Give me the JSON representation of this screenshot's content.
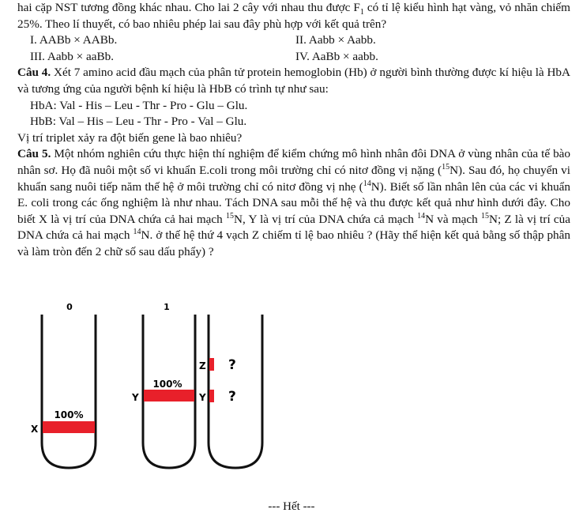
{
  "intro": {
    "line": "hai cặp NST tương đồng khác nhau. Cho lai 2 cây với nhau thu được F",
    "f_sub": "1",
    "rest": " có tỉ lệ kiểu hình hạt vàng, vỏ nhăn chiếm 25%. Theo lí thuyết, có bao nhiêu phép lai sau đây phù hợp với kết quả trên?"
  },
  "options": [
    "I. AABb × AABb.",
    "II. Aabb × Aabb.",
    "III. Aabb × aaBb.",
    "IV. AaBb × aabb."
  ],
  "q4": {
    "label": "Câu 4.",
    "text": " Xét 7 amino acid đầu mạch của phân tử protein hemoglobin (Hb) ở người bình thường được kí hiệu là HbA và tương ứng của người bệnh kí hiệu là HbB có trình tự như sau:",
    "hba": "HbA: Val - His – Leu - Thr - Pro - Glu – Glu.",
    "hbb": "HbB: Val – His – Leu - Thr - Pro - Val – Glu.",
    "question": "Vị trí triplet xảy ra đột biến gene là bao nhiêu?"
  },
  "q5": {
    "label": "Câu 5.",
    "t1": " Một nhóm nghiên cứu thực hiện thí nghiệm để kiểm chứng mô hình nhân đôi DNA ở vùng nhân của tế bào nhân sơ. Họ đã nuôi một số vi khuẩn E.coli trong môi trường chỉ có nitơ đồng vị nặng (",
    "sup15": "15",
    "t2": "N). Sau đó, họ chuyển vi khuẩn sang nuôi tiếp năm thế hệ ở môi trường chỉ có nitơ đồng vị nhẹ (",
    "sup14": "14",
    "t3": "N). Biết số lần nhân lên của các vi khuẩn E. coli trong các ống nghiệm là như nhau. Tách DNA sau mỗi thế hệ và thu được kết quả như hình dưới đây. Cho biết X là vị trí của DNA chứa cả hai mạch ",
    "t4": "N, Y là vị trí của DNA chứa cả mạch ",
    "t5": "N và mạch ",
    "t6": "N; Z là vị trí của DNA chứa cả hai mạch ",
    "t7": "N. ở thế hệ thứ 4 vạch Z chiếm tỉ lệ bao nhiêu ? (Hãy thể hiện kết quả bằng số thập phân và làm tròn đến 2 chữ số sau dấu phẩy) ?"
  },
  "figure": {
    "tube0_label": "0",
    "tube1_label": "1",
    "x_label": "X",
    "x_percent": "100%",
    "y_label_left": "Y",
    "y_percent": "100%",
    "z_label": "Z",
    "y_label_right": "Y",
    "q_top": "?",
    "q_bottom": "?",
    "band_color": "#e8202a"
  },
  "footer": "--- Hết ---"
}
